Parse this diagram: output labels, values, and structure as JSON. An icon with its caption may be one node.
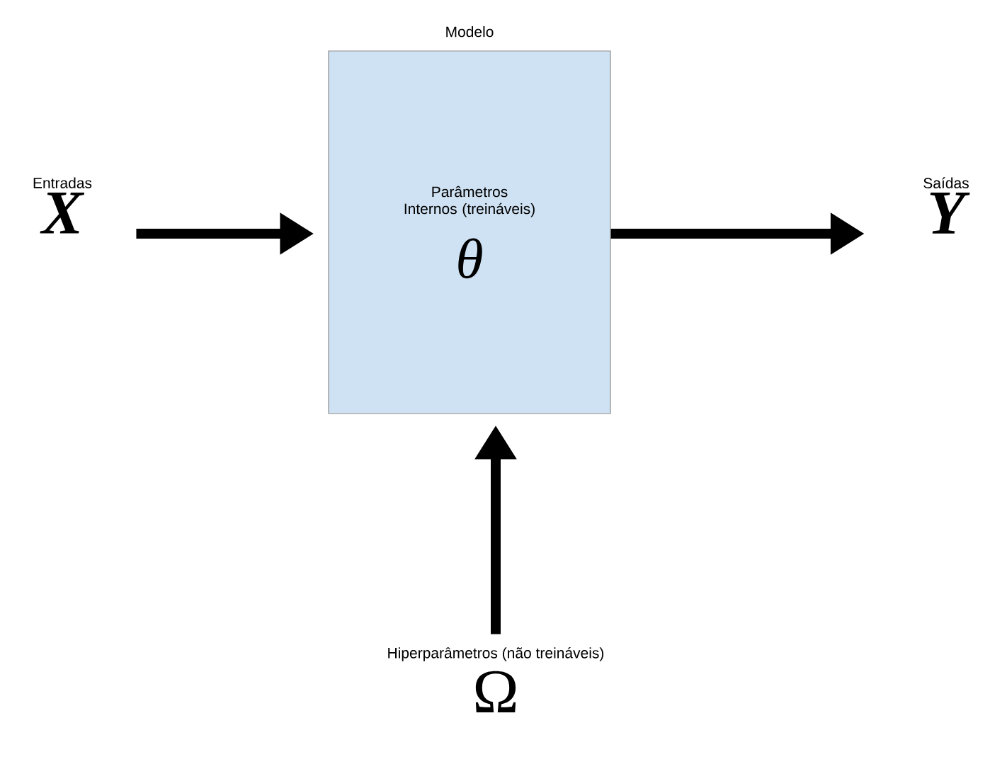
{
  "diagram": {
    "nodes": [
      {
        "text": [
          "Entradas",
          "X"
        ]
      },
      {
        "text": [
          "Modelo",
          "Parâmetros Internos (treináveis)",
          "θ"
        ]
      },
      {
        "text": [
          "Saídas",
          "Y"
        ]
      },
      {
        "text": [
          "Hiperparâmetros (não treináveis)",
          "Ω"
        ]
      }
    ],
    "edges": [
      {
        "from": 0,
        "to": 1,
        "arrow": "to"
      },
      {
        "from": 1,
        "to": 2,
        "arrow": "to"
      },
      {
        "from": 3,
        "to": 1,
        "arrow": "to"
      }
    ]
  }
}
